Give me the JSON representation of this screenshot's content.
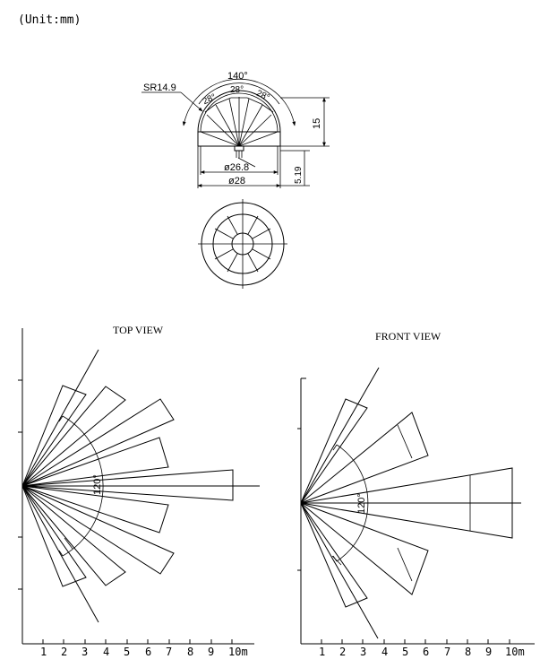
{
  "unit_note": "(Unit:mm)",
  "lens": {
    "angle_total": "140°",
    "angle_segment": "28°",
    "radius": "SR14.9",
    "height": "15",
    "base_height": "5.19",
    "inner_diameter": "ø26.8",
    "outer_diameter": "ø28"
  },
  "top_view": {
    "title": "TOP VIEW",
    "angle": "120°",
    "ticks": [
      "1",
      "2",
      "3",
      "4",
      "5",
      "6",
      "7",
      "8",
      "9",
      "10m"
    ]
  },
  "front_view": {
    "title": "FRONT VIEW",
    "angle": "120°",
    "ticks": [
      "1",
      "2",
      "3",
      "4",
      "5",
      "6",
      "7",
      "8",
      "9",
      "10m"
    ]
  }
}
